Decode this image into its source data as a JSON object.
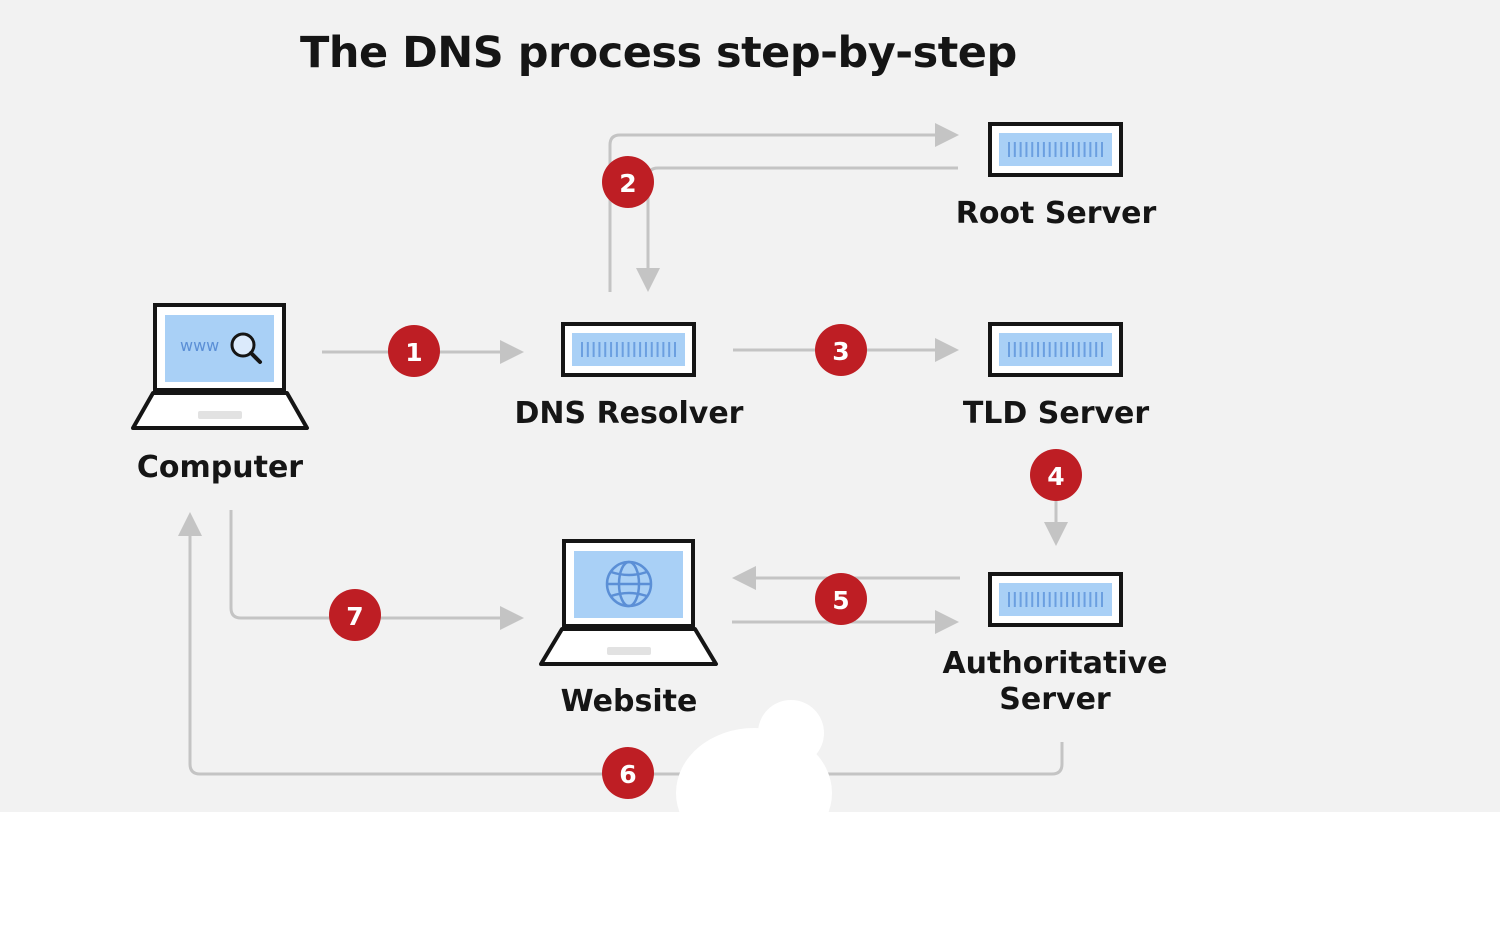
{
  "title": "The DNS process step-by-step",
  "nodes": {
    "computer": {
      "label": "Computer",
      "screen_text": "www"
    },
    "dns_resolver": {
      "label": "DNS Resolver"
    },
    "root_server": {
      "label": "Root Server"
    },
    "tld_server": {
      "label": "TLD Server"
    },
    "authoritative_server": {
      "label_line1": "Authoritative",
      "label_line2": "Server"
    },
    "website": {
      "label": "Website"
    }
  },
  "steps": [
    "1",
    "2",
    "3",
    "4",
    "5",
    "6",
    "7"
  ],
  "colors": {
    "background": "#f2f2f2",
    "step_badge": "#be1e24",
    "arrow": "#c4c4c4",
    "screen": "#a9d0f6",
    "outline": "#151515"
  }
}
